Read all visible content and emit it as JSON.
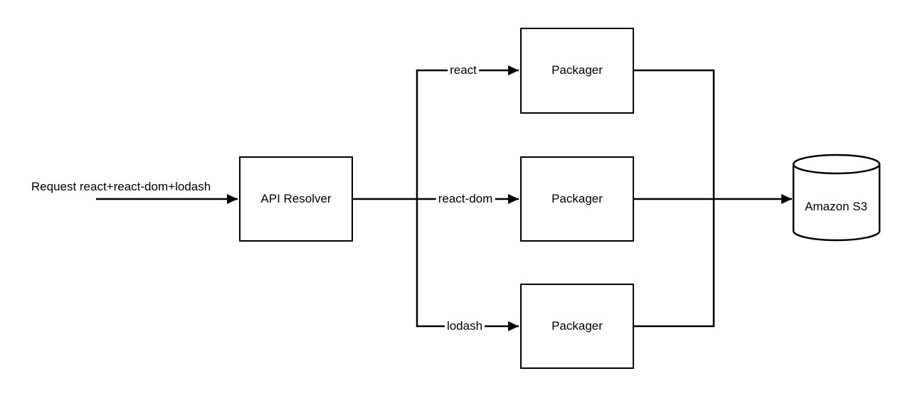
{
  "diagram": {
    "request_label": "Request react+react-dom+lodash",
    "nodes": {
      "api_resolver": {
        "label": "API Resolver"
      },
      "packager_react": {
        "label": "Packager"
      },
      "packager_react_dom": {
        "label": "Packager"
      },
      "packager_lodash": {
        "label": "Packager"
      },
      "amazon_s3": {
        "label": "Amazon S3",
        "shape": "cylinder"
      }
    },
    "edge_labels": {
      "react": "react",
      "react_dom": "react-dom",
      "lodash": "lodash"
    },
    "colors": {
      "stroke": "#000000",
      "background": "#ffffff"
    }
  }
}
